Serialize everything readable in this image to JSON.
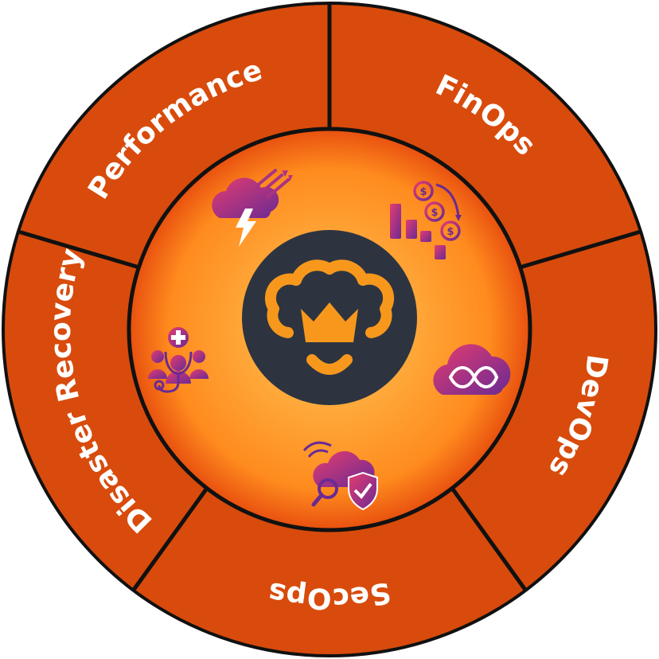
{
  "diagram": {
    "segments": [
      {
        "id": "finops",
        "label": "FinOps",
        "icon": "cost-optimization-icon"
      },
      {
        "id": "devops",
        "label": "DevOps",
        "icon": "cloud-infinity-icon"
      },
      {
        "id": "secops",
        "label": "SecOps",
        "icon": "cloud-security-icon"
      },
      {
        "id": "disaster-recovery",
        "label": "Disaster Recovery",
        "icon": "medical-recovery-icon"
      },
      {
        "id": "performance",
        "label": "Performance",
        "icon": "cloud-performance-icon"
      }
    ],
    "center": {
      "logo": "crown-monkey-logo"
    },
    "colors": {
      "outer_ring": "#d84b0c",
      "divider": "#111111",
      "inner_glow": "#ff9a2a",
      "inner_edge": "#e8500f",
      "logo_bg": "#2d3440",
      "logo_accent": "#f7981d",
      "icon_gradient_start": "#e53c6f",
      "icon_gradient_end": "#6a2a94",
      "text": "#ffffff"
    }
  }
}
